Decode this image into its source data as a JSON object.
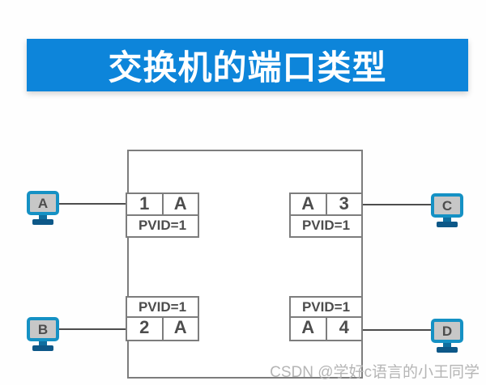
{
  "banner": {
    "title": "交换机的端口类型"
  },
  "switch": {
    "ports": [
      {
        "name": "port-1",
        "position": "top-left",
        "cells": [
          "1",
          "A"
        ],
        "pvid": "PVID=1"
      },
      {
        "name": "port-3",
        "position": "top-right",
        "cells": [
          "A",
          "3"
        ],
        "pvid": "PVID=1"
      },
      {
        "name": "port-2",
        "position": "bottom-left",
        "cells": [
          "2",
          "A"
        ],
        "pvid": "PVID=1"
      },
      {
        "name": "port-4",
        "position": "bottom-right",
        "cells": [
          "A",
          "4"
        ],
        "pvid": "PVID=1"
      }
    ]
  },
  "hosts": [
    {
      "label": "A"
    },
    {
      "label": "B"
    },
    {
      "label": "C"
    },
    {
      "label": "D"
    }
  ],
  "watermark": {
    "text": "CSDN @学好c语言的小王同学"
  },
  "colors": {
    "page_bg": "#fefefe",
    "banner_bg": "#0d85da",
    "banner_text": "#ffffff",
    "box_border": "#7d7d7d",
    "port_text": "#4d4d4d",
    "line_color": "#4d4d4d",
    "host_border": "#1591c4",
    "host_screen": "#c7c7c7",
    "host_letter": "#4d4d4d",
    "host_neck": "#0f6fa0",
    "host_stand": "#0d5888",
    "watermark_color": "#b5b5b5"
  }
}
